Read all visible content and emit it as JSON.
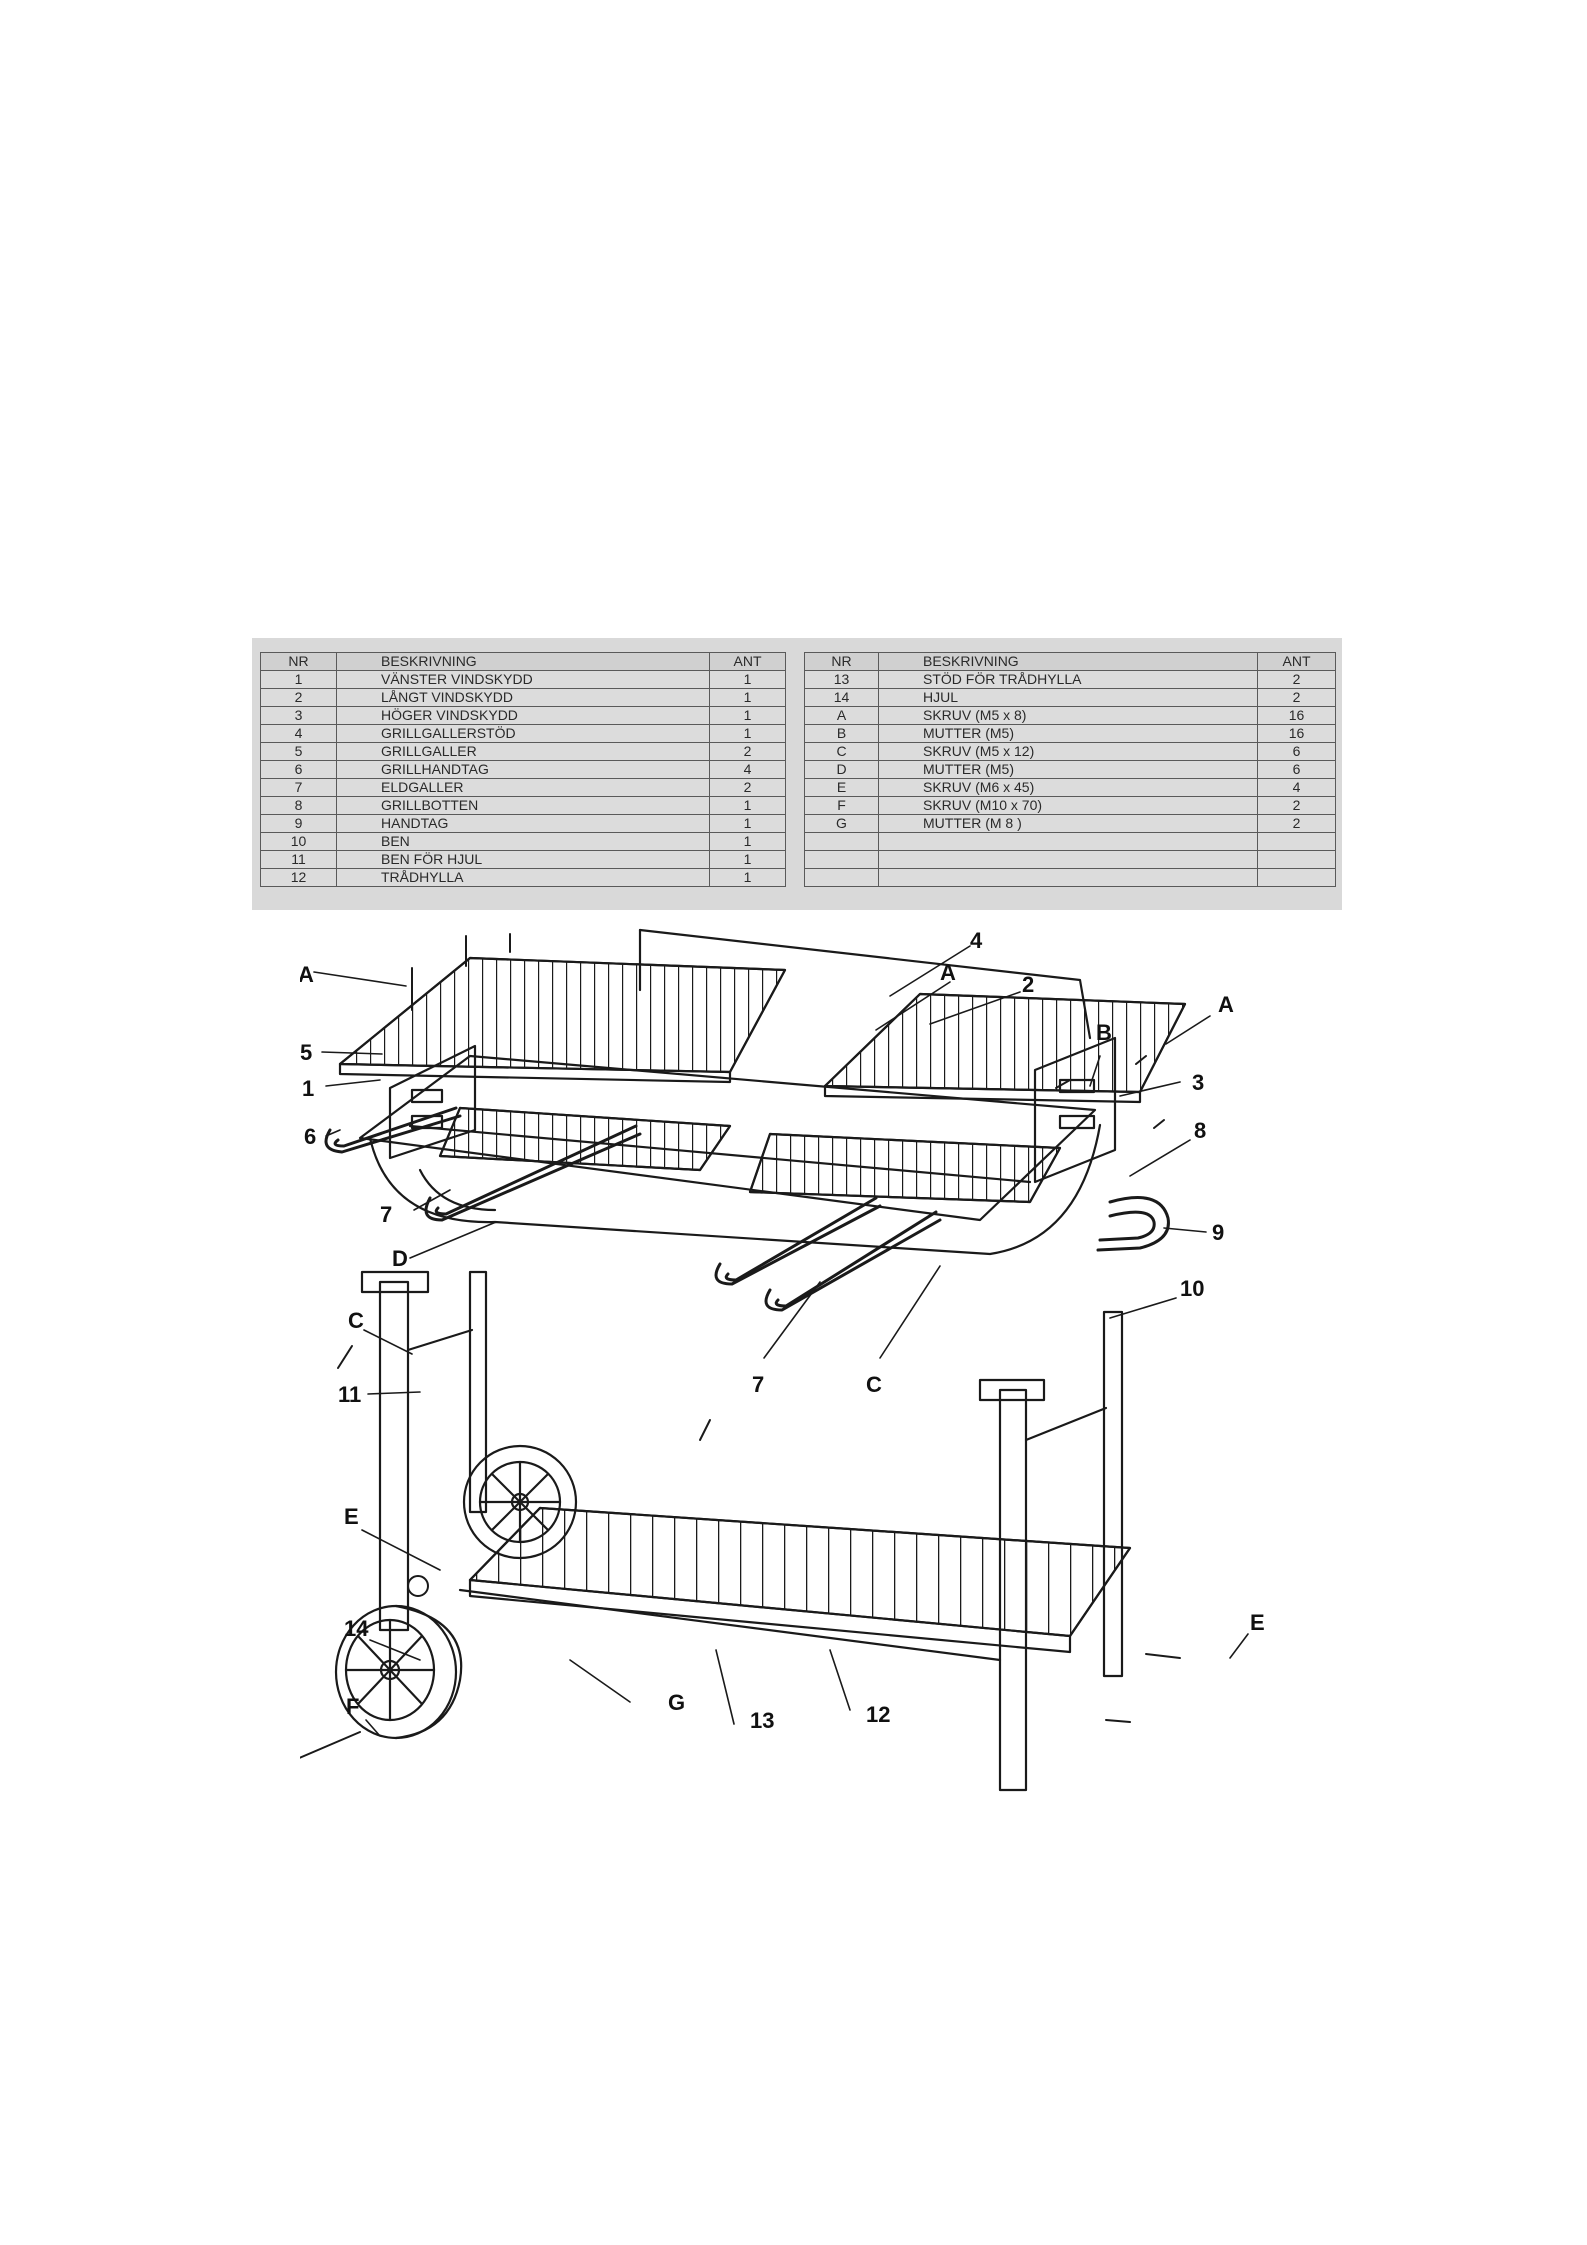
{
  "parts_table": {
    "headers": {
      "nr": "NR",
      "desc": "BESKRIVNING",
      "ant": "ANT"
    },
    "left_rows": [
      {
        "nr": "1",
        "desc": "VÄNSTER VINDSKYDD",
        "ant": "1"
      },
      {
        "nr": "2",
        "desc": "LÅNGT VINDSKYDD",
        "ant": "1"
      },
      {
        "nr": "3",
        "desc": "HÖGER VINDSKYDD",
        "ant": "1"
      },
      {
        "nr": "4",
        "desc": "GRILLGALLERSTÖD",
        "ant": "1"
      },
      {
        "nr": "5",
        "desc": "GRILLGALLER",
        "ant": "2"
      },
      {
        "nr": "6",
        "desc": "GRILLHANDTAG",
        "ant": "4"
      },
      {
        "nr": "7",
        "desc": "ELDGALLER",
        "ant": "2"
      },
      {
        "nr": "8",
        "desc": "GRILLBOTTEN",
        "ant": "1"
      },
      {
        "nr": "9",
        "desc": "HANDTAG",
        "ant": "1"
      },
      {
        "nr": "10",
        "desc": "BEN",
        "ant": "1"
      },
      {
        "nr": "11",
        "desc": "BEN FÖR HJUL",
        "ant": "1"
      },
      {
        "nr": "12",
        "desc": "TRÅDHYLLA",
        "ant": "1"
      }
    ],
    "right_rows": [
      {
        "nr": "13",
        "desc": "STÖD FÖR TRÅDHYLLA",
        "ant": "2"
      },
      {
        "nr": "14",
        "desc": "HJUL",
        "ant": "2"
      },
      {
        "nr": "A",
        "desc": "SKRUV (M5 x 8)",
        "ant": "16"
      },
      {
        "nr": "B",
        "desc": "MUTTER (M5)",
        "ant": "16"
      },
      {
        "nr": "C",
        "desc": "SKRUV (M5 x 12)",
        "ant": "6"
      },
      {
        "nr": "D",
        "desc": "MUTTER (M5)",
        "ant": "6"
      },
      {
        "nr": "E",
        "desc": "SKRUV (M6 x 45)",
        "ant": "4"
      },
      {
        "nr": "F",
        "desc": "SKRUV (M10 x 70)",
        "ant": "2"
      },
      {
        "nr": "G",
        "desc": "MUTTER (M 8 )",
        "ant": "2"
      },
      {
        "nr": "",
        "desc": "",
        "ant": ""
      },
      {
        "nr": "",
        "desc": "",
        "ant": ""
      },
      {
        "nr": "",
        "desc": "",
        "ant": ""
      }
    ]
  },
  "diagram": {
    "callouts": {
      "A_top_left": "A",
      "A_middle": "A",
      "A_right": "A",
      "n4": "4",
      "n2": "2",
      "B": "B",
      "n3": "3",
      "n5": "5",
      "n1": "1",
      "n6": "6",
      "n7_top": "7",
      "n8": "8",
      "D": "D",
      "n9": "9",
      "C_left": "C",
      "n10": "10",
      "n11": "11",
      "n7_bottom": "7",
      "C_bottom": "C",
      "E_left": "E",
      "E_right": "E",
      "n14": "14",
      "F": "F",
      "G": "G",
      "n13": "13",
      "n12": "12"
    }
  }
}
